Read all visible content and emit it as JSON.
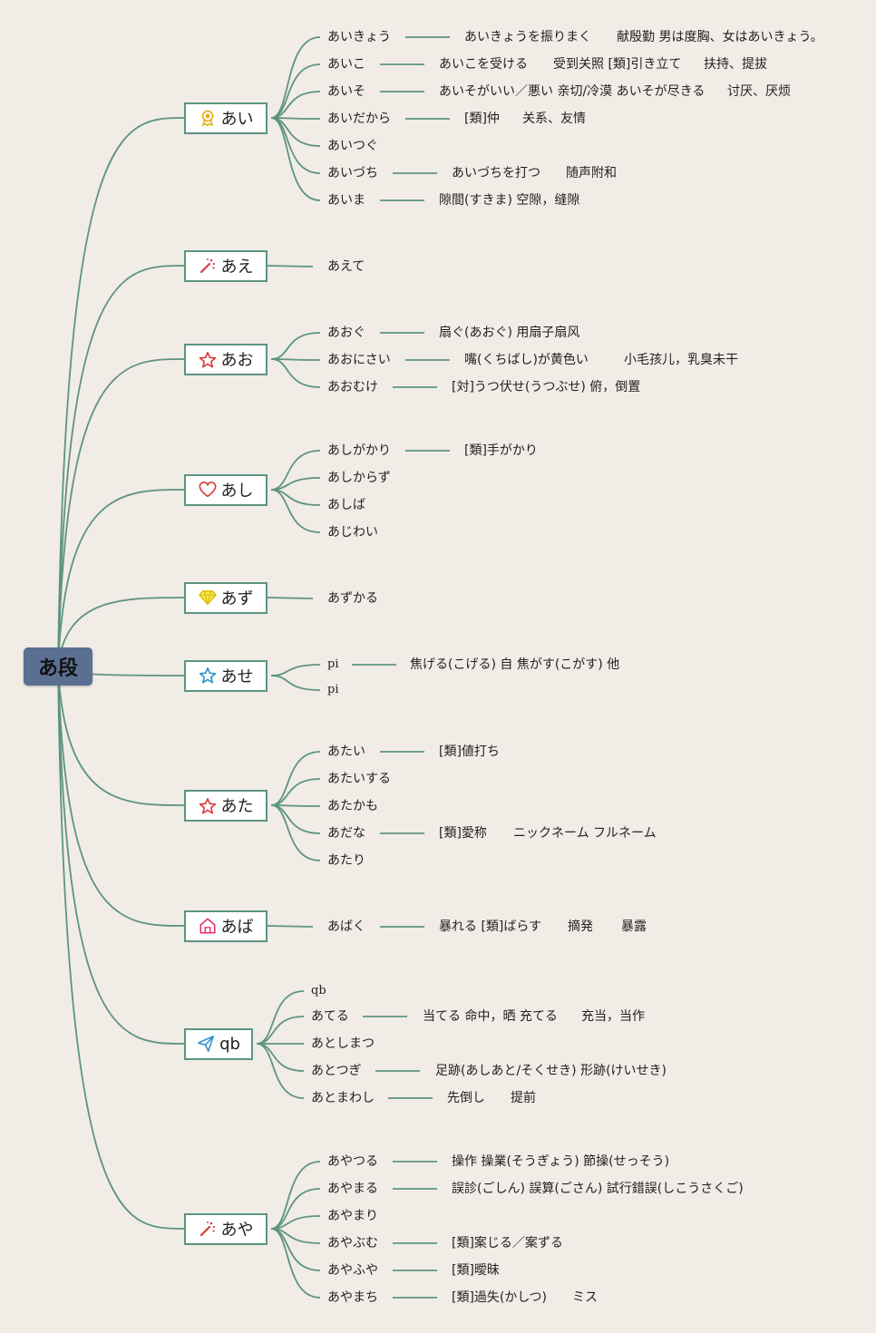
{
  "root": {
    "label": "あ段"
  },
  "branches": [
    {
      "label": "あい",
      "icon": "award-icon",
      "items": [
        {
          "word": "あいきょう",
          "details": [
            "あいきょうを振りまく",
            "献殷勤 男は度胸、女はあいきょう。"
          ]
        },
        {
          "word": "あいこ",
          "details": [
            "あいこを受ける",
            "受到关照 [類]引き立て",
            "扶持、提拔"
          ]
        },
        {
          "word": "あいそ",
          "details": [
            "あいそがいい／悪い 亲切/冷漠 あいそが尽きる",
            "讨厌、厌烦"
          ]
        },
        {
          "word": "あいだから",
          "details": [
            "[類]仲",
            "关系、友情"
          ]
        },
        {
          "word": "あいつぐ",
          "details": []
        },
        {
          "word": "あいづち",
          "details": [
            "あいづちを打つ",
            "随声附和"
          ]
        },
        {
          "word": "あいま",
          "details": [
            "隙間(すきま) 空隙，缝隙"
          ]
        }
      ]
    },
    {
      "label": "あえ",
      "icon": "magic-wand-icon",
      "items": [
        {
          "word": "あえて",
          "details": []
        }
      ]
    },
    {
      "label": "あお",
      "icon": "star-icon",
      "items": [
        {
          "word": "あおぐ",
          "details": [
            "扇ぐ(あおぐ) 用扇子扇风"
          ]
        },
        {
          "word": "あおにさい",
          "details": [
            "嘴(くちばし)が黄色い",
            "小毛孩儿，乳臭未干"
          ]
        },
        {
          "word": "あおむけ",
          "details": [
            "[対]うつ伏せ(うつぶせ) 俯，倒置"
          ]
        }
      ]
    },
    {
      "label": "あし",
      "icon": "heart-icon",
      "items": [
        {
          "word": "あしがかり",
          "details": [
            "[類]手がかり"
          ]
        },
        {
          "word": "あしからず",
          "details": []
        },
        {
          "word": "あしば",
          "details": []
        },
        {
          "word": "あじわい",
          "details": []
        }
      ]
    },
    {
      "label": "あず",
      "icon": "diamond-icon",
      "items": [
        {
          "word": "あずかる",
          "details": []
        }
      ]
    },
    {
      "label": "あせ",
      "icon": "star-outline-icon",
      "items": [
        {
          "word": "pi",
          "details": [
            "焦げる(こげる) 自 焦がす(こがす) 他"
          ]
        },
        {
          "word": "pi",
          "details": []
        }
      ]
    },
    {
      "label": "あた",
      "icon": "star-icon",
      "items": [
        {
          "word": "あたい",
          "details": [
            "[類]値打ち"
          ]
        },
        {
          "word": "あたいする",
          "details": []
        },
        {
          "word": "あたかも",
          "details": []
        },
        {
          "word": "あだな",
          "details": [
            "[類]愛称",
            "ニックネーム フルネーム"
          ]
        },
        {
          "word": "あたり",
          "details": []
        }
      ]
    },
    {
      "label": "あば",
      "icon": "home-icon",
      "items": [
        {
          "word": "あばく",
          "details": [
            "暴れる [類]ばらす",
            "摘発",
            "暴露"
          ]
        }
      ]
    },
    {
      "label": "qb",
      "icon": "paper-plane-icon",
      "items": [
        {
          "word": "qb",
          "details": []
        },
        {
          "word": "あてる",
          "details": [
            "当てる 命中，晒 充てる",
            "充当，当作"
          ]
        },
        {
          "word": "あとしまつ",
          "details": []
        },
        {
          "word": "あとつぎ",
          "details": [
            "足跡(あしあと/そくせき) 形跡(けいせき)"
          ]
        },
        {
          "word": "あとまわし",
          "details": [
            "先倒し",
            "提前"
          ]
        }
      ]
    },
    {
      "label": "あや",
      "icon": "magic-wand-icon",
      "items": [
        {
          "word": "あやつる",
          "details": [
            "操作 操業(そうぎょう) 節操(せっそう)"
          ]
        },
        {
          "word": "あやまる",
          "details": [
            "誤診(ごしん) 誤算(ごさん) 試行錯誤(しこうさくご)"
          ]
        },
        {
          "word": "あやまり",
          "details": []
        },
        {
          "word": "あやぶむ",
          "details": [
            "[類]案じる／案ずる"
          ]
        },
        {
          "word": "あやふや",
          "details": [
            "[類]曖昧"
          ]
        },
        {
          "word": "あやまち",
          "details": [
            "[類]過失(かしつ)",
            "ミス"
          ]
        }
      ]
    }
  ],
  "colors": {
    "background": "#f1ece6",
    "link": "#5d9482",
    "root_fill": "#5b6f93",
    "branch_fill": "#ffffff"
  }
}
